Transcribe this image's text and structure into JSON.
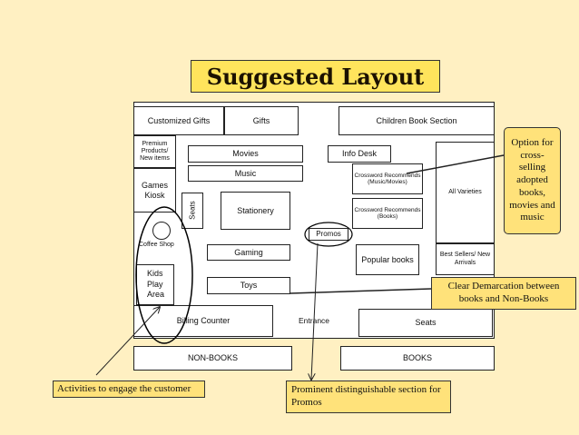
{
  "title": "Suggested Layout",
  "zones": {
    "customized_gifts": "Customized Gifts",
    "gifts": "Gifts",
    "children_book_section": "Children Book Section",
    "premium_products": "Premium Products/ New items",
    "movies": "Movies",
    "info_desk": "Info Desk",
    "music": "Music",
    "crossword_music_movies": "Crossword Recommends (Music/Movies)",
    "games_kiosk": "Games Kiosk",
    "seats_vertical": "Seats",
    "stationery": "Stationery",
    "crossword_books": "Crossword Recommends (Books)",
    "all_varieties": "All Varieties",
    "promos": "Promos",
    "coffee_shop": "Coffee Shop",
    "gaming": "Gaming",
    "popular_books": "Popular books",
    "best_sellers": "Best Sellers/ New Arrivals",
    "kids_play_area": "Kids Play Area",
    "toys": "Toys",
    "billing_counter": "Billing Counter",
    "entrance": "Entrance",
    "seats": "Seats",
    "non_books": "NON-BOOKS",
    "books": "BOOKS"
  },
  "callouts": {
    "cross_selling": "Option for cross-selling adopted books, movies and music",
    "demarcation": "Clear Demarcation between books and Non-Books",
    "activities": "Activities to engage the customer",
    "promos_section": "Prominent distinguishable section for Promos"
  },
  "colors": {
    "background": "#FFF0C2",
    "title_fill": "#FFE45C",
    "callout_fill": "#FFE27A"
  }
}
